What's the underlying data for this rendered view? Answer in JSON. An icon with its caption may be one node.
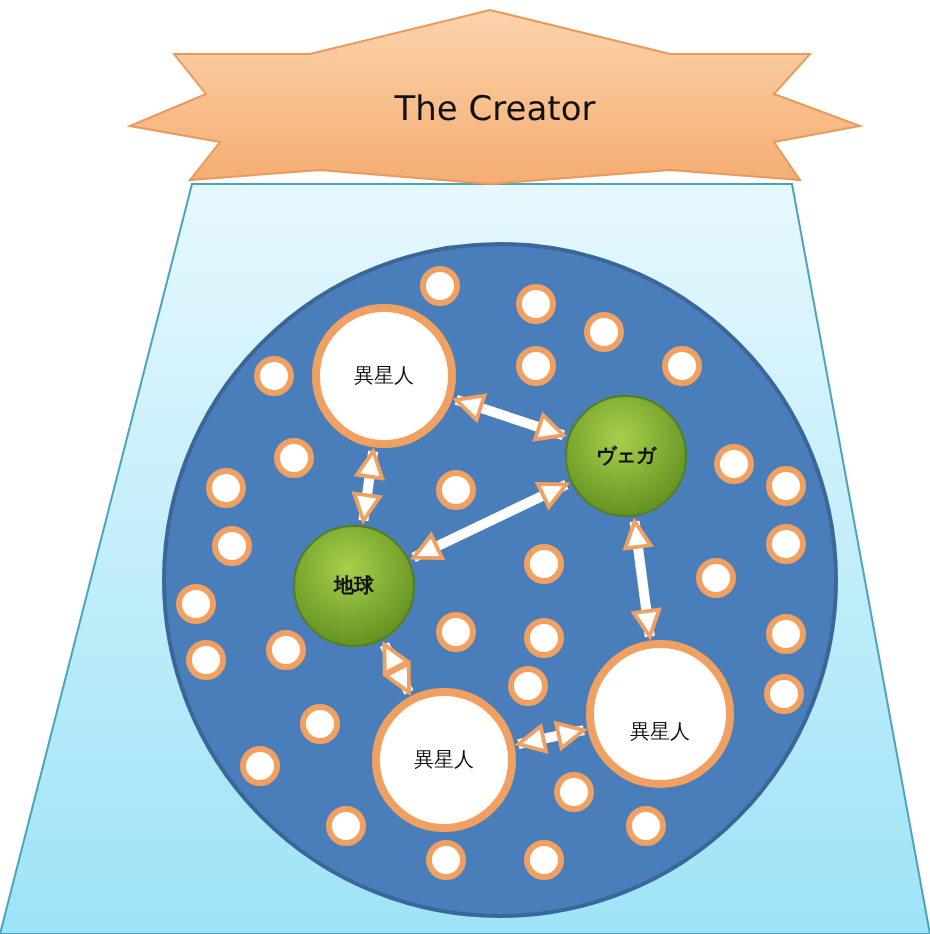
{
  "diagram": {
    "nodes": [
      {
        "text": [
          "The Creator"
        ]
      },
      {
        "text": [],
        "shape": "box"
      },
      {
        "text": [],
        "shape": "circle",
        "in": 1
      },
      {
        "text": [
          "異星人"
        ],
        "in": 2
      },
      {
        "text": [
          "ヴェガ"
        ],
        "in": 2
      },
      {
        "text": [
          "地球"
        ],
        "in": 2
      },
      {
        "text": [
          "異星人"
        ],
        "in": 2
      },
      {
        "text": [
          "異星人"
        ],
        "in": 2
      },
      {
        "text": [],
        "shape": "circle",
        "in": 2
      },
      {
        "text": [],
        "shape": "circle",
        "in": 2
      },
      {
        "text": [],
        "shape": "circle",
        "in": 2
      },
      {
        "text": [],
        "shape": "circle",
        "in": 2
      },
      {
        "text": [],
        "shape": "circle",
        "in": 2
      },
      {
        "text": [],
        "shape": "circle",
        "in": 2
      },
      {
        "text": [],
        "shape": "circle",
        "in": 2
      },
      {
        "text": [],
        "shape": "circle",
        "in": 2
      },
      {
        "text": [],
        "shape": "circle",
        "in": 2
      },
      {
        "text": [],
        "shape": "circle",
        "in": 2
      },
      {
        "text": [],
        "shape": "circle",
        "in": 2
      },
      {
        "text": [],
        "shape": "circle",
        "in": 2
      },
      {
        "text": [],
        "shape": "circle",
        "in": 2
      },
      {
        "text": [],
        "shape": "circle",
        "in": 2
      },
      {
        "text": [],
        "shape": "circle",
        "in": 2
      },
      {
        "text": [],
        "shape": "circle",
        "in": 2
      },
      {
        "text": [],
        "shape": "circle",
        "in": 2
      },
      {
        "text": [],
        "shape": "circle",
        "in": 2
      },
      {
        "text": [],
        "shape": "circle",
        "in": 2
      },
      {
        "text": [],
        "shape": "circle",
        "in": 2
      },
      {
        "text": [],
        "shape": "circle",
        "in": 2
      },
      {
        "text": [],
        "shape": "circle",
        "in": 2
      },
      {
        "text": [],
        "shape": "circle",
        "in": 2
      },
      {
        "text": [],
        "shape": "circle",
        "in": 2
      },
      {
        "text": [],
        "shape": "circle",
        "in": 2
      },
      {
        "text": [],
        "shape": "circle",
        "in": 2
      },
      {
        "text": [],
        "shape": "circle",
        "in": 2
      },
      {
        "text": [],
        "shape": "circle",
        "in": 2
      },
      {
        "text": [],
        "shape": "circle",
        "in": 2
      },
      {
        "text": [],
        "shape": "circle",
        "in": 2
      }
    ],
    "edges": [
      {
        "from": 3,
        "to": 4,
        "arrow": "both"
      },
      {
        "from": 3,
        "to": 5,
        "arrow": "both"
      },
      {
        "from": 5,
        "to": 4,
        "arrow": "both"
      },
      {
        "from": 4,
        "to": 7,
        "arrow": "both"
      },
      {
        "from": 5,
        "to": 6,
        "arrow": "both"
      },
      {
        "from": 6,
        "to": 7,
        "arrow": "both"
      }
    ]
  }
}
